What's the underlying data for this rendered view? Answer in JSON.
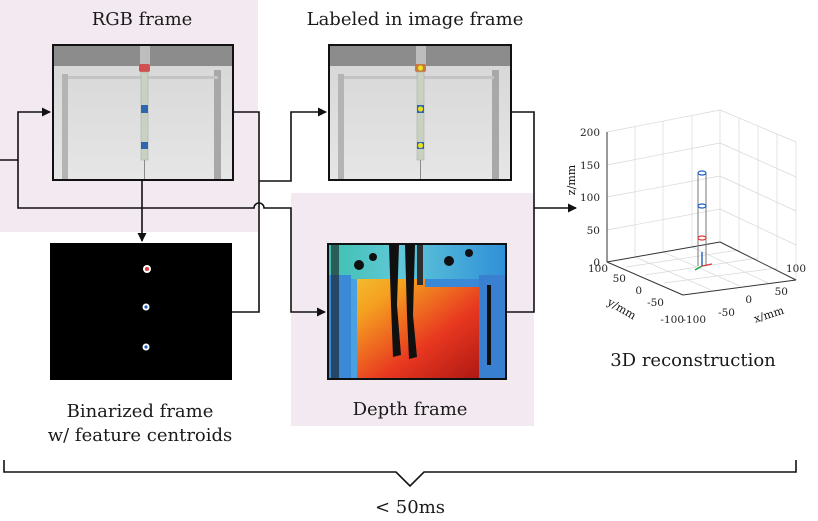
{
  "labels": {
    "rgb_frame": "RGB frame",
    "labeled_frame": "Labeled in image frame",
    "binarized_line1": "Binarized frame",
    "binarized_line2": "w/ feature centroids",
    "depth_frame": "Depth frame",
    "reconstruction": "3D reconstruction",
    "timing": "< 50ms"
  },
  "plot3d": {
    "z_axis_label": "z/mm",
    "y_axis_label": "y/mm",
    "x_axis_label": "x/mm",
    "z_ticks": [
      "200",
      "150",
      "100",
      "50",
      "0"
    ],
    "y_ticks": [
      "100",
      "50",
      "0",
      "-50",
      "-100"
    ],
    "x_ticks": [
      "-100",
      "-50",
      "0",
      "50",
      "100"
    ]
  },
  "colors": {
    "highlight": "#f3e9f1",
    "marker_red": "#e03a3a",
    "marker_blue": "#2060c0"
  }
}
